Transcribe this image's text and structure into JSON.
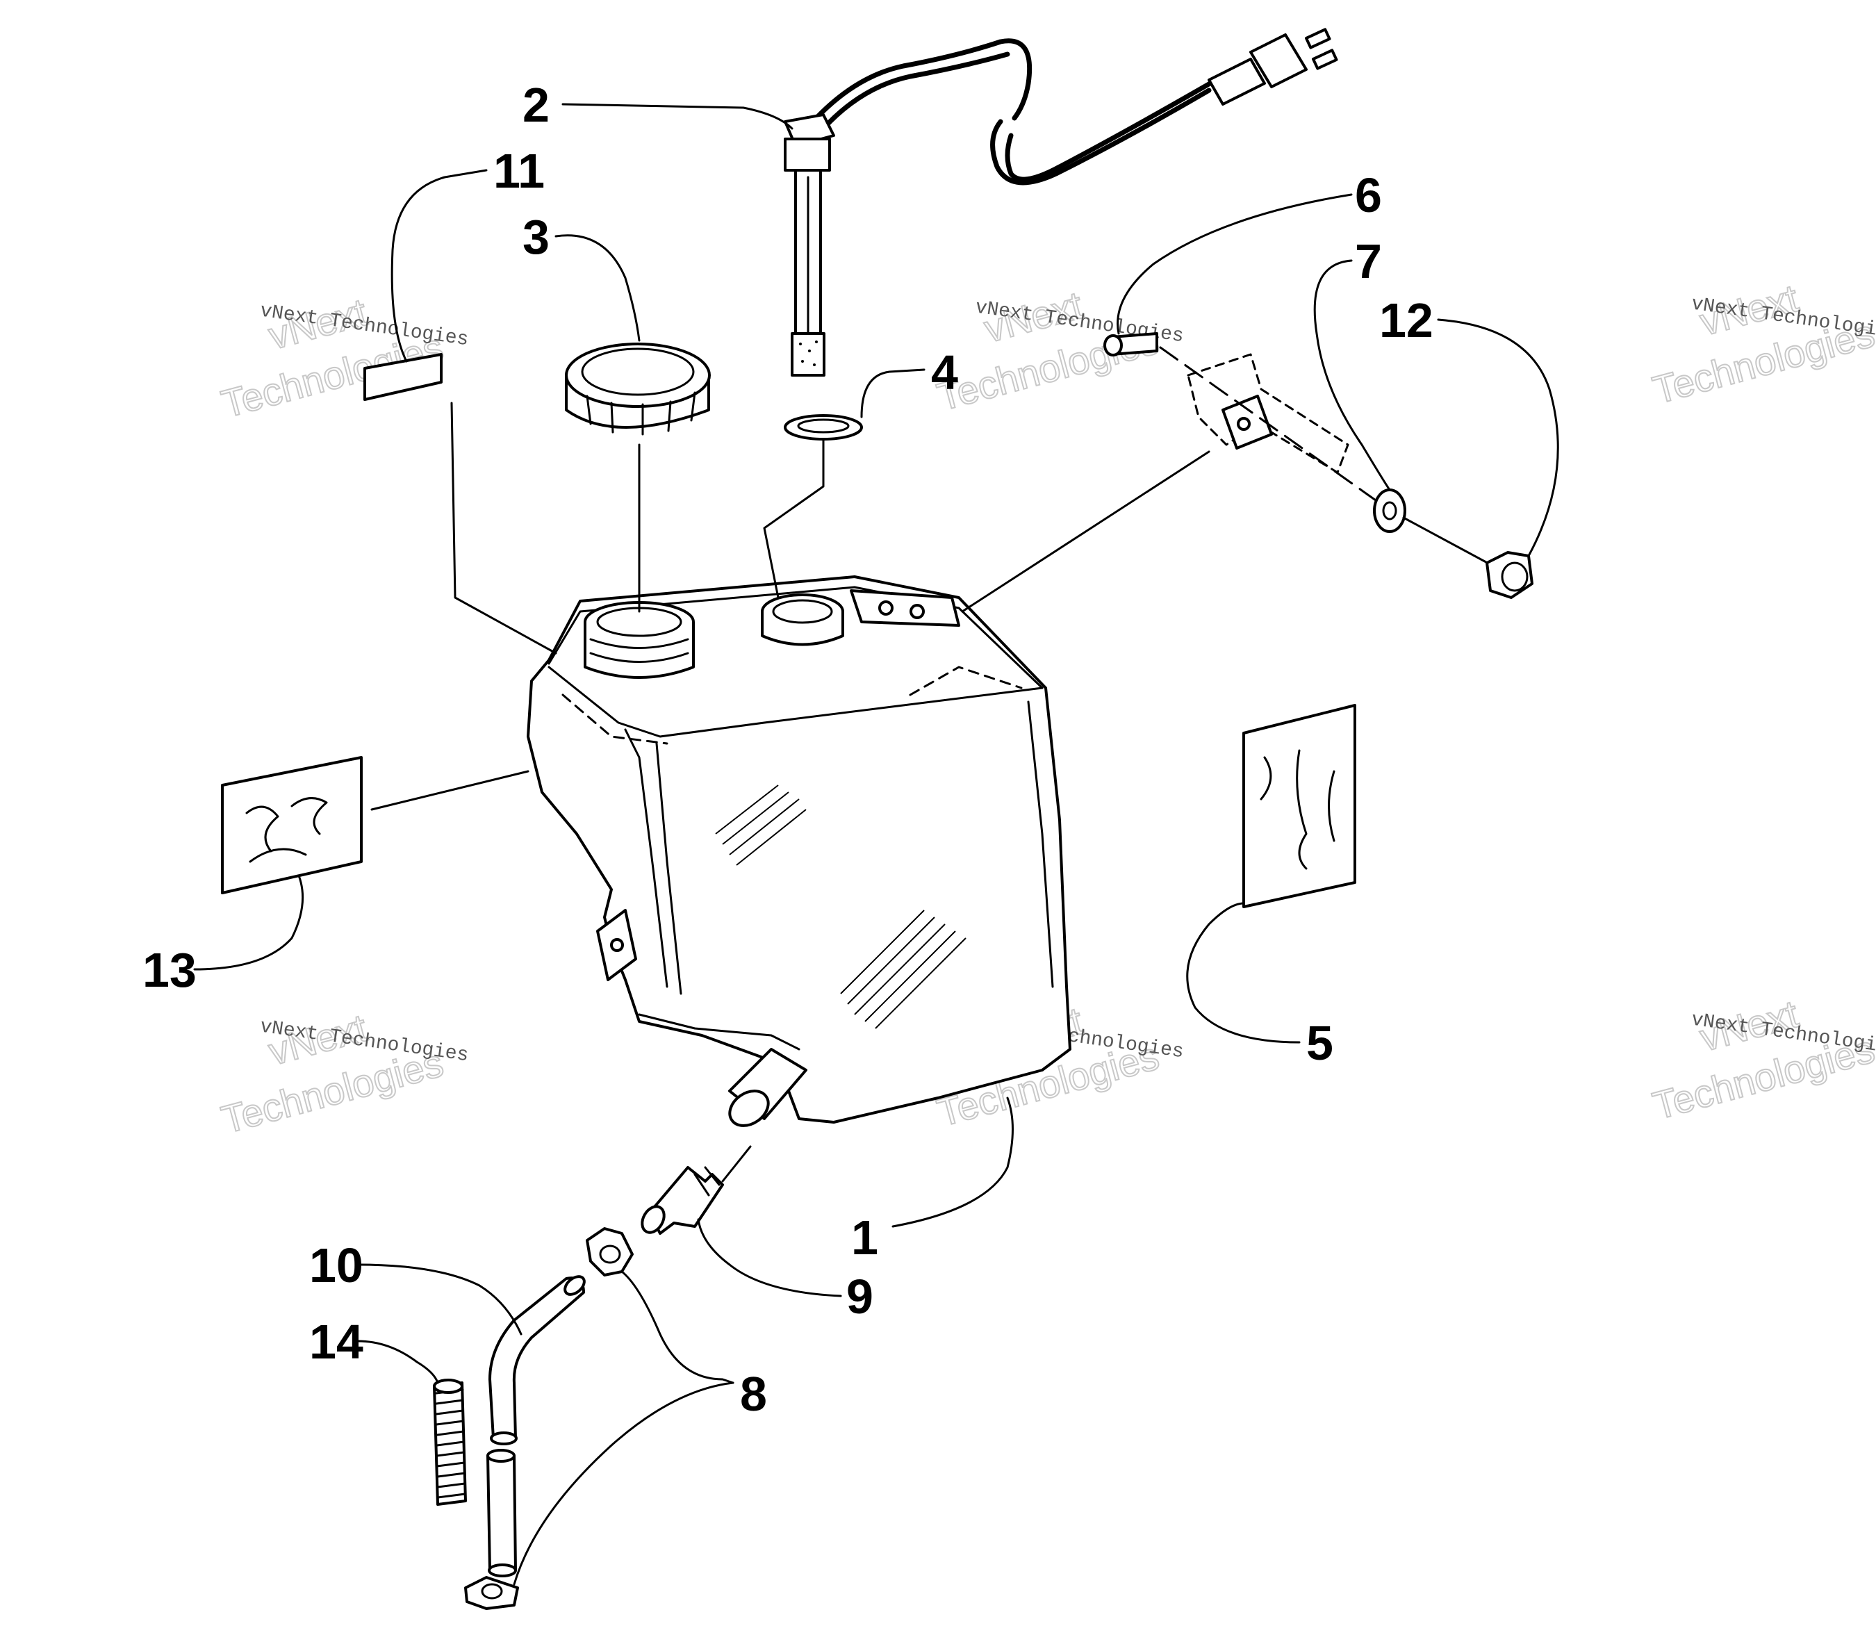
{
  "diagram": {
    "callouts": [
      "1",
      "2",
      "3",
      "4",
      "5",
      "6",
      "7",
      "8",
      "9",
      "10",
      "11",
      "12",
      "13",
      "14"
    ],
    "watermark": {
      "small_text": "vNext Technologies",
      "big_line1": "vNext",
      "big_line2": "Technologies"
    }
  }
}
